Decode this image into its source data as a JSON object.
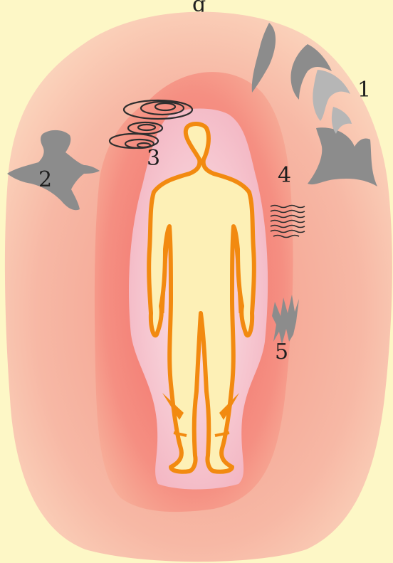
{
  "caption_fragment": "g",
  "labels": {
    "one": "1",
    "two": "2",
    "three": "3",
    "four": "4",
    "five": "5"
  },
  "colors": {
    "background": "#fdf7c6",
    "outer_aura": "#f6b7a4",
    "mid_aura": "#f4867a",
    "inner_aura": "#f7d9df",
    "body_fill": "#fdf0b6",
    "body_outline": "#f28a10",
    "marks": "#8c8c8c",
    "scribble": "#2e2e2e"
  }
}
